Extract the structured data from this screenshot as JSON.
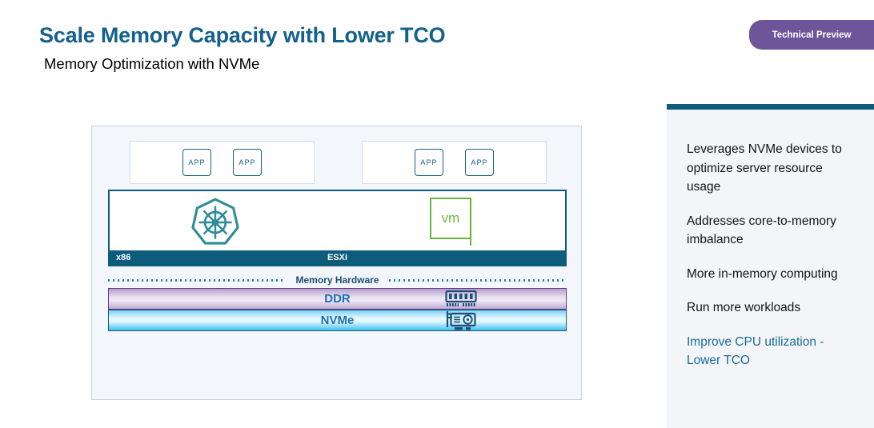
{
  "header": {
    "title": "Scale Memory Capacity with Lower TCO",
    "subtitle": "Memory Optimization with NVMe"
  },
  "badge": {
    "label": "Technical Preview",
    "bg": "#6e5499"
  },
  "colors": {
    "title_blue": "#15608e",
    "accent_teal": "#0d5c7b",
    "kubernetes_teal": "#2e8b98",
    "vm_green": "#6cb33e",
    "memory_label_blue": "#1c6fb8",
    "ddr_border_purple": "#6a3390",
    "highlight_text_blue": "#176a99",
    "panel_bg": "#f3f5f8",
    "diagram_bg": "#f3f6fa"
  },
  "diagram": {
    "app_groups": [
      {
        "apps": [
          "APP",
          "APP"
        ]
      },
      {
        "apps": [
          "APP",
          "APP"
        ]
      }
    ],
    "platform": {
      "kubernetes_icon": "kubernetes-wheel-icon",
      "vm_label": "vm",
      "bar_left_label": "x86",
      "bar_center_label": "ESXi"
    },
    "memory_divider_label": "Memory Hardware",
    "memory_layers": [
      {
        "label": "DDR",
        "icon": "ram-dimm-icon"
      },
      {
        "label": "NVMe",
        "icon": "nvme-card-icon"
      }
    ]
  },
  "sidebar": {
    "items": [
      {
        "text": "Leverages NVMe devices to optimize server resource usage",
        "highlight": false
      },
      {
        "text": "Addresses core-to-memory imbalance",
        "highlight": false
      },
      {
        "text": "More in-memory computing",
        "highlight": false
      },
      {
        "text": "Run more workloads",
        "highlight": false
      },
      {
        "text": "Improve CPU utilization - Lower TCO",
        "highlight": true
      }
    ]
  }
}
